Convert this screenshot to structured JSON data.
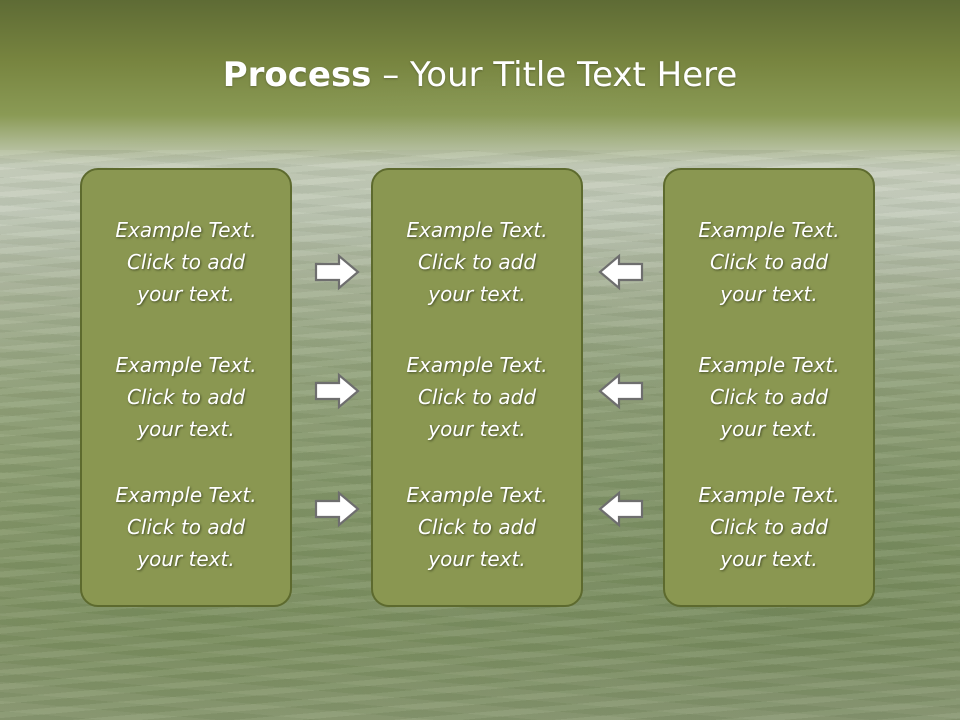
{
  "slide": {
    "title_bold": "Process",
    "title_rest": " – Your Title Text Here"
  },
  "columns": [
    {
      "items": [
        "Example Text.\nClick  to add\nyour text.",
        "Example Text.\nClick  to add\nyour text.",
        "Example Text.\nClick  to add\nyour text."
      ]
    },
    {
      "items": [
        "Example Text.\nClick  to add\nyour text.",
        "Example Text.\nClick  to add\nyour text.",
        "Example Text.\nClick  to add\nyour text."
      ]
    },
    {
      "items": [
        "Example Text.\nClick  to add\nyour text.",
        "Example Text.\nClick  to add\nyour text.",
        "Example Text.\nClick  to add\nyour text."
      ]
    }
  ],
  "arrows": {
    "left_group": [
      "arrow-right-icon",
      "arrow-right-icon",
      "arrow-right-icon"
    ],
    "right_group": [
      "arrow-left-icon",
      "arrow-left-icon",
      "arrow-left-icon"
    ]
  },
  "colors": {
    "box_fill": "#8a9751",
    "box_border": "#5d6a2e",
    "header_band": "#77843f"
  }
}
